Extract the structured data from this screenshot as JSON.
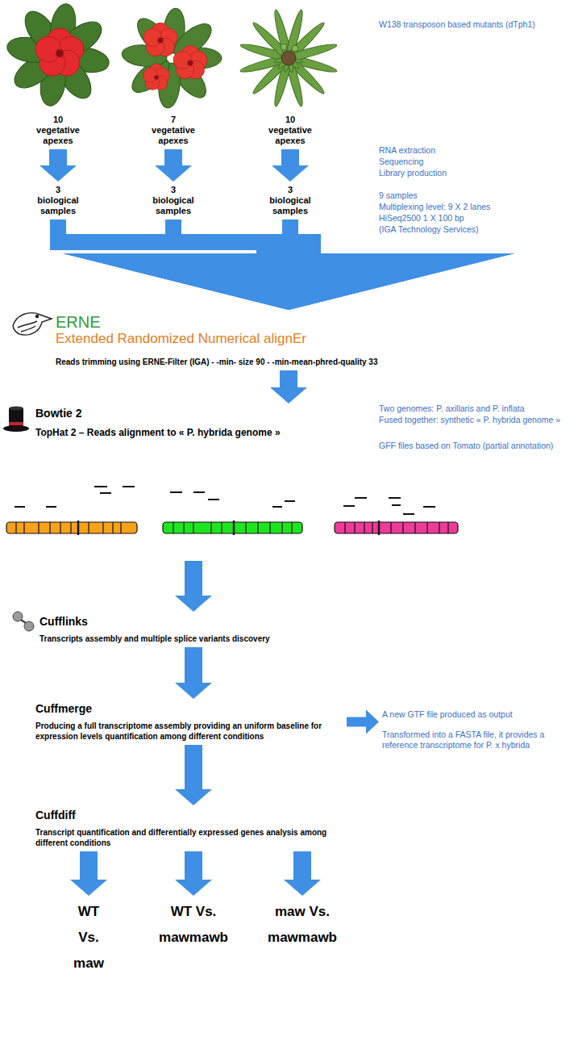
{
  "diagram": {
    "nodes": [
      {
        "text": [
          "10 vegetative apexes"
        ]
      },
      {
        "text": [
          "7 vegetative apexes"
        ]
      },
      {
        "text": [
          "10 vegetative apexes"
        ]
      },
      {
        "text": [
          "3 biological samples"
        ]
      },
      {
        "text": [
          "3 biological samples"
        ]
      },
      {
        "text": [
          "3 biological samples"
        ]
      },
      {
        "text": [
          "ERNE",
          "Extended Randomized Numerical alignEr",
          "Reads trimming using ERNE-Filter (IGA) - -min- size 90 - -min-mean-phred-quality 33"
        ]
      },
      {
        "text": [
          "Bowtie 2",
          "TopHat 2 – Reads alignment to « P. hybrida genome »"
        ]
      },
      {
        "text": [
          "Cufflinks",
          "Transcripts assembly and multiple splice variants discovery"
        ]
      },
      {
        "text": [
          "Cuffmerge",
          "Producing a full transcriptome assembly providing an uniform baseline for expression levels quantification among different conditions"
        ]
      },
      {
        "text": [
          "A new GTF file produced as output",
          "Transformed into a FASTA file, it provides a reference transcriptome for P. x hybrida"
        ]
      },
      {
        "text": [
          "Cuffdiff",
          "Transcript quantification and differentially expressed genes analysis among different conditions"
        ]
      },
      {
        "text": [
          "WT Vs. maw"
        ]
      },
      {
        "text": [
          "WT Vs. mawmawb"
        ]
      },
      {
        "text": [
          "maw Vs. mawmawb"
        ]
      }
    ],
    "edges": [
      {
        "from": 0,
        "to": 3,
        "arrow": "to"
      },
      {
        "from": 1,
        "to": 4,
        "arrow": "to"
      },
      {
        "from": 2,
        "to": 5,
        "arrow": "to"
      },
      {
        "from": 3,
        "to": 6,
        "arrow": "to"
      },
      {
        "from": 4,
        "to": 6,
        "arrow": "to"
      },
      {
        "from": 5,
        "to": 6,
        "arrow": "to"
      },
      {
        "from": 6,
        "to": 7,
        "arrow": "to"
      },
      {
        "from": 7,
        "to": 8,
        "arrow": "to"
      },
      {
        "from": 8,
        "to": 9,
        "arrow": "to"
      },
      {
        "from": 9,
        "to": 10,
        "arrow": "to"
      },
      {
        "from": 9,
        "to": 11,
        "arrow": "to"
      },
      {
        "from": 11,
        "to": 12,
        "arrow": "to"
      },
      {
        "from": 11,
        "to": 13,
        "arrow": "to"
      },
      {
        "from": 11,
        "to": 14,
        "arrow": "to"
      }
    ],
    "labels": [
      "W138 transposon based mutants (dTph1)",
      "RNA extraction",
      "Sequencing",
      "Library production",
      "9 samples",
      "Multiplexing level: 9 X 2 lanes",
      "HiSeq2500 1 X 100 bp",
      "(IGA Technology Services)",
      "Two genomes: P. axillaris and P. inflata",
      "Fused together: synthetic « P. hybrida genome »",
      "GFF files based on Tomato (partial annotation)"
    ]
  }
}
